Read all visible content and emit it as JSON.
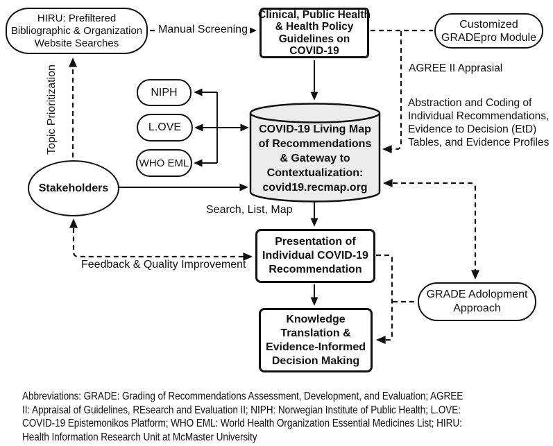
{
  "diagram": {
    "title_hint": "COVID-19 living map of recommendations workflow",
    "nodes": {
      "hiru": {
        "label": "HIRU: Prefiltered\nBibliographic & Organization\nWebsite Searches",
        "shape": "ellipse"
      },
      "clinical": {
        "label": "Clinical, Public Health\n& Health Policy\nGuidelines on\nCOVID-19",
        "shape": "rectangle"
      },
      "gradepro": {
        "label": "Customized\nGRADEpro Module",
        "shape": "stadium"
      },
      "niph": {
        "label": "NIPH",
        "shape": "stadium"
      },
      "love": {
        "label": "L.OVE",
        "shape": "stadium"
      },
      "whoeml": {
        "label": "WHO EML",
        "shape": "stadium"
      },
      "stakeholders": {
        "label": "Stakeholders",
        "shape": "ellipse"
      },
      "livingmap": {
        "label": "COVID-19 Living Map\nof Recommendations\n& Gateway to\nContextualization:\ncovid19.recmap.org",
        "shape": "cylinder"
      },
      "presentation": {
        "label": "Presentation of\nIndividual COVID-19\nRecommendation",
        "shape": "rectangle"
      },
      "knowledge": {
        "label": "Knowledge\nTranslation &\nEvidence-Informed\nDecision Making",
        "shape": "rectangle"
      },
      "adolopment": {
        "label": "GRADE Adolopment\nApproach",
        "shape": "stadium"
      }
    },
    "edge_labels": {
      "manual_screening": "Manual Screening",
      "topic_prioritization": "Topic Prioritization",
      "agree": "AGREE II Apprasial",
      "abstraction": "Abstraction and Coding of\nIndividual Recommendations,\nEvidence to Decision (EtD)\nTables, and Evidence Profiles",
      "search_list_map": "Search, List, Map",
      "feedback": "Feedback & Quality Improvement"
    },
    "footnote": "Abbreviations: GRADE: Grading of Recommendations Assessment, Development, and Evaluation; AGREE\nII: Appraisal of Guidelines, REsearch and Evaluation II; NIPH: Norwegian Institute of Public Health; L.OVE:\nCOVID-19 Epistemonikos Platform; WHO EML: World Health Organization Essential Medicines List; HIRU:\nHealth Information Research Unit at McMaster University"
  },
  "colors": {
    "ink": "#111111",
    "cylinder_fill": "#ececec",
    "background": "#ffffff"
  }
}
